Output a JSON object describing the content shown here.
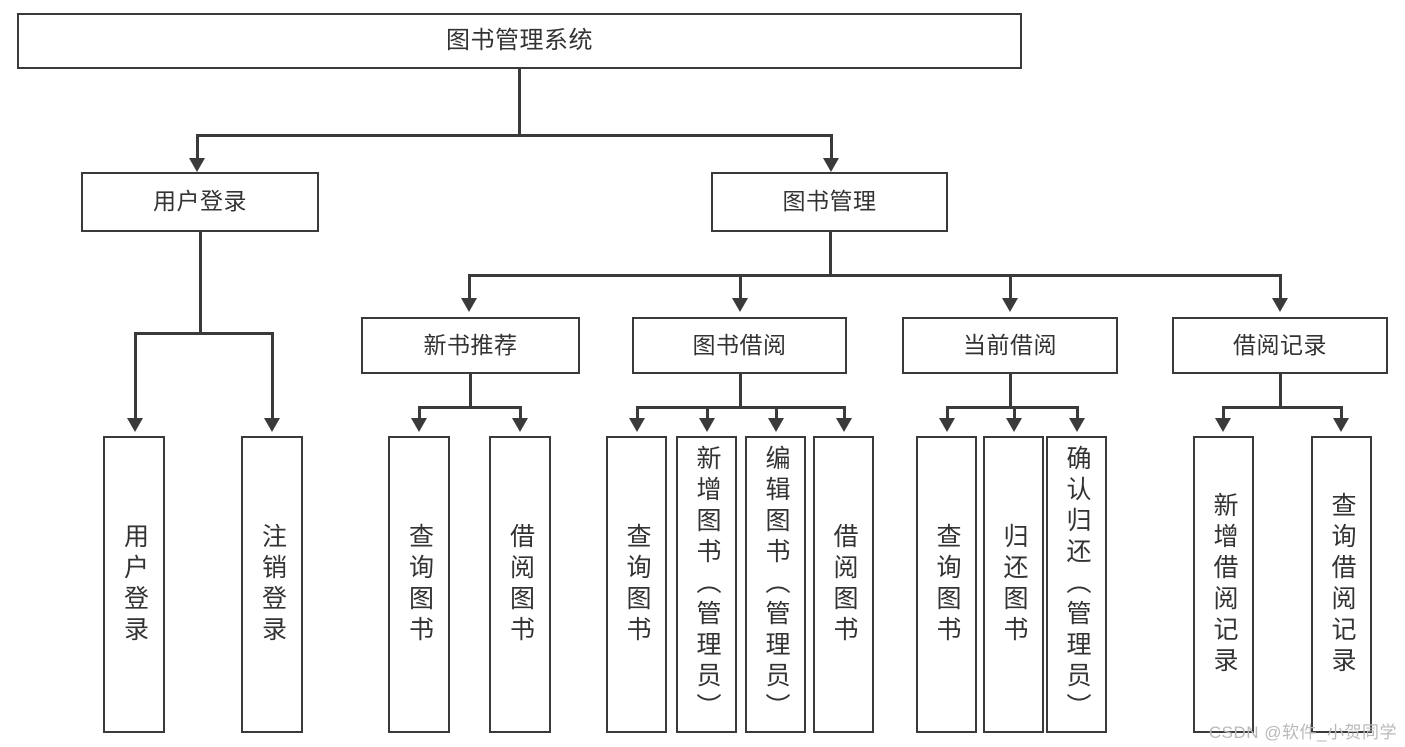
{
  "diagram": {
    "type": "tree",
    "title": "图书管理系统",
    "watermark": "CSDN @软件_小贺同学",
    "root": {
      "label": "图书管理系统"
    },
    "level2": [
      {
        "label": "用户登录"
      },
      {
        "label": "图书管理"
      }
    ],
    "level3": [
      {
        "label": "新书推荐"
      },
      {
        "label": "图书借阅"
      },
      {
        "label": "当前借阅"
      },
      {
        "label": "借阅记录"
      }
    ],
    "leaves": {
      "user_login": [
        {
          "label": "用户登录"
        },
        {
          "label": "注销登录"
        }
      ],
      "new_book": [
        {
          "label": "查询图书"
        },
        {
          "label": "借阅图书"
        }
      ],
      "book_borrow": [
        {
          "label": "查询图书"
        },
        {
          "label": "新增图书（管理员）"
        },
        {
          "label": "编辑图书（管理员）"
        },
        {
          "label": "借阅图书"
        }
      ],
      "current_borrow": [
        {
          "label": "查询图书"
        },
        {
          "label": "归还图书"
        },
        {
          "label": "确认归还（管理员）"
        }
      ],
      "borrow_record": [
        {
          "label": "新增借阅记录"
        },
        {
          "label": "查询借阅记录"
        }
      ]
    },
    "colors": {
      "border": "#3a3a3a",
      "text": "#333333",
      "background": "#ffffff",
      "watermark": "#b9b9b9"
    }
  }
}
